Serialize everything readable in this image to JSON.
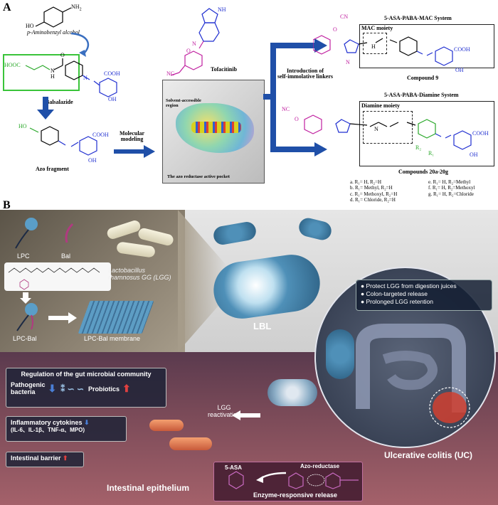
{
  "panelA": {
    "letter": "A",
    "paba_amine": "NH",
    "paba_amine_sub": "2",
    "paba_ho": "HO",
    "paba_name": "p-Aminobenzyl alcohol",
    "balsalazide_hooc": "HOOC",
    "balsalazide_nh": "N",
    "balsalazide_h": "H",
    "balsalazide_o": "O",
    "balsalazide_cooh": "COOH",
    "balsalazide_oh": "OH",
    "balsalazide_azo": "N",
    "balsalazide_name": "Balsalazide",
    "azo_ho": "HO",
    "azo_cooh": "COOH",
    "azo_oh": "OH",
    "azo_name": "Azo fragment",
    "modeling_label_1": "Molecular",
    "modeling_label_2": "modeling",
    "tofacitinib_name": "Tofacitinib",
    "tofa_nc": "NC",
    "tofa_o": "O",
    "tofa_n": "N",
    "tofa_nh": "NH",
    "pocket_region_1": "Solvent-accessible",
    "pocket_region_2": "region",
    "pocket_caption": "The azo reductase active pocket",
    "linker_label_1": "Introduction of",
    "linker_label_2": "self-immolative linkers",
    "mac_system_title": "5-ASA-PABA-MAC System",
    "mac_moiety": "MAC moiety",
    "mac_cn": "CN",
    "mac_o": "O",
    "mac_h": "H",
    "mac_n": "N",
    "mac_cooh": "COOH",
    "mac_oh": "OH",
    "compound9": "Compound 9",
    "diamine_system_title": "5-ASA-PABA-Diamine System",
    "diamine_moiety": "Diamine moiety",
    "diamine_nc": "NC",
    "diamine_o": "O",
    "diamine_n": "N",
    "diamine_r2": "R₂",
    "diamine_r1": "R₁",
    "diamine_cooh": "COOH",
    "diamine_oh": "OH",
    "compounds20": "Compounds 20a-20g",
    "substituents": [
      "a. R₁= H,            R₂=H",
      "b. R₁= Methyl,     R₂=H",
      "c. R₁= Methoxyl,  R₂=H",
      "d. R₁= Chloride,   R₂=H"
    ],
    "substituents_right": [
      "e. R₁= H,  R₂=Methyl",
      "f.  R₁= H,  R₂=Methoxyl",
      "g. R₁= H,  R₂=Chloride"
    ]
  },
  "panelB": {
    "letter": "B",
    "lpc": "LPC",
    "bal": "Bal",
    "lgg_1": "Lactobacillus",
    "lgg_2": "rhamnosus GG (LGG)",
    "lpc_bal": "LPC-Bal",
    "lpc_bal_membrane": "LPC-Bal membrane",
    "lbl": "LBL",
    "benefits": [
      "Protect LGG from digestion juices",
      "Colon-targeted release",
      "Prolonged LGG retention"
    ],
    "uc_label": "Ulcerative colitis (UC)",
    "reg_title": "Regulation of the gut microbial community",
    "pathogenic_1": "Pathogenic",
    "pathogenic_2": "bacteria",
    "probiotics": "Probiotics",
    "cytokines_title": "Inflammatory cytokines",
    "cytokines_list": "(IL-6、IL-1β、TNF-α、MPO)",
    "barrier": "Intestinal barrier",
    "reactivation_1": "LGG",
    "reactivation_2": "reactivation",
    "epithelium": "Intestinal epithelium",
    "asa": "5-ASA",
    "azo_reductase": "Azo-reductase",
    "enzyme_release": "Enzyme-responsive release",
    "colors": {
      "arrow_up": "#e04040",
      "arrow_down": "#4a7fd6",
      "chem_magenta": "#c020a0",
      "chem_blue": "#1f2ed0",
      "chem_green": "#2aa82a"
    }
  }
}
